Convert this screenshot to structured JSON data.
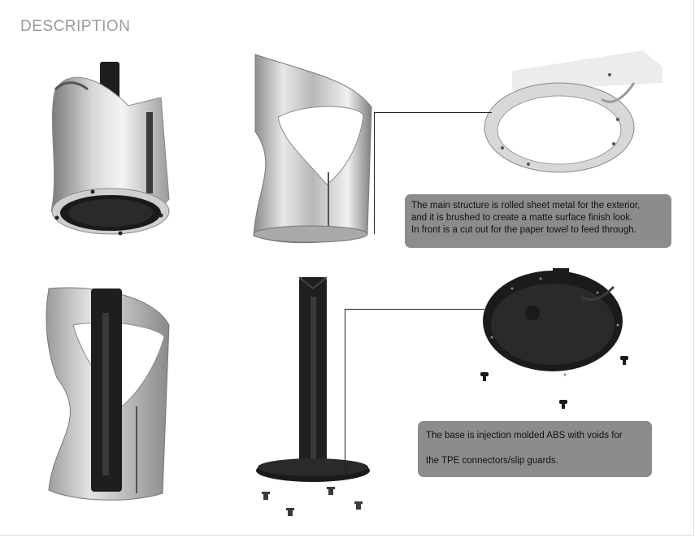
{
  "header": {
    "title": "DESCRIPTION"
  },
  "callouts": {
    "structure": {
      "line1": "The main structure is rolled sheet metal for the exterior,",
      "line2": "and it is brushed to create a matte surface finish look.",
      "line3": "In front is a cut out for the paper towel to feed through."
    },
    "base": {
      "line1": "The base is injection molded ABS with voids for",
      "line2": "the TPE connectors/slip guards."
    }
  },
  "colors": {
    "metal_light": "#f2f2f2",
    "metal_mid": "#bdbdbd",
    "metal_dark": "#6e6e6e",
    "plastic_black": "#1c1c1c",
    "callout_bg": "#8c8c8c",
    "title_gray": "#9a9a9a"
  }
}
